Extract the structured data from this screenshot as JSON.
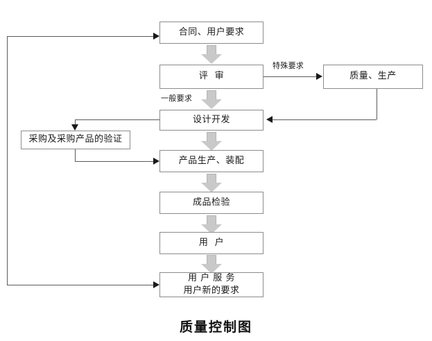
{
  "diagram": {
    "caption": "质量控制图",
    "nodes": [
      {
        "id": "contract",
        "label": "合同、用户要求",
        "label2": ""
      },
      {
        "id": "review",
        "label": "评  审",
        "label2": ""
      },
      {
        "id": "quality",
        "label": "质量、生产",
        "label2": ""
      },
      {
        "id": "design",
        "label": "设计开发",
        "label2": ""
      },
      {
        "id": "purchase",
        "label": "采购及采购产品的验证",
        "label2": ""
      },
      {
        "id": "production",
        "label": "产品生产、装配",
        "label2": ""
      },
      {
        "id": "inspection",
        "label": "成品检验",
        "label2": ""
      },
      {
        "id": "customer",
        "label": "用  户",
        "label2": ""
      },
      {
        "id": "service",
        "label": "用 户 服 务",
        "label2": "用户新的要求"
      }
    ],
    "edge_labels": {
      "special": "特殊要求",
      "general": "一般要求"
    }
  }
}
